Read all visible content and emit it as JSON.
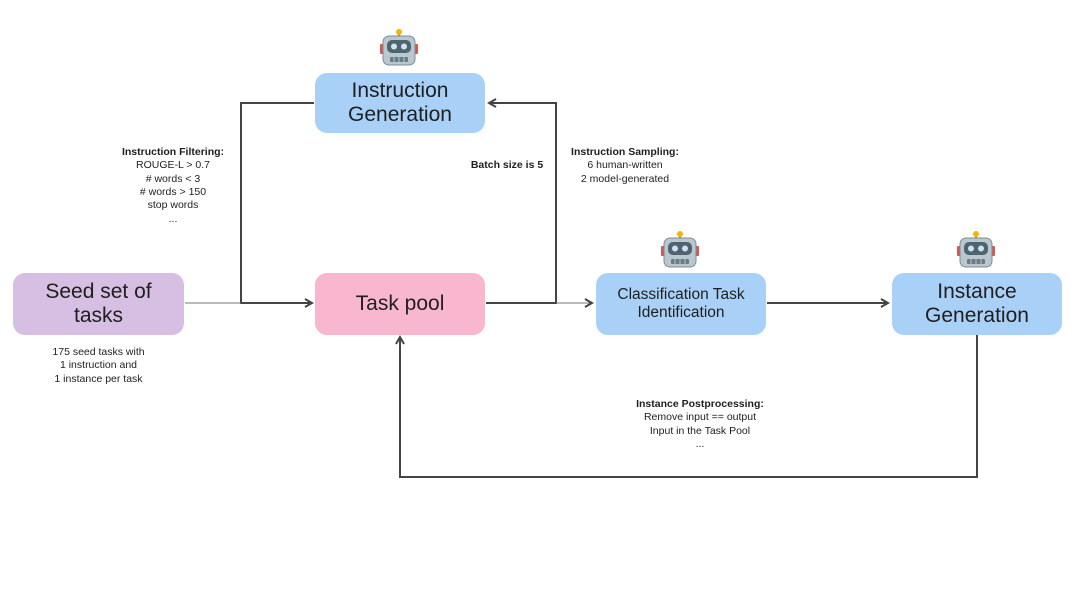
{
  "nodes": {
    "instruction_generation": "Instruction Generation",
    "task_pool": "Task pool",
    "seed_set": "Seed set of tasks",
    "classification": "Classification Task Identification",
    "instance_generation": "Instance Generation"
  },
  "notes": {
    "filtering": {
      "heading": "Instruction Filtering:",
      "lines": [
        "ROUGE-L > 0.7",
        "# words < 3",
        "# words > 150",
        "stop words",
        "..."
      ]
    },
    "batch": {
      "text": "Batch size is 5"
    },
    "sampling": {
      "heading": "Instruction Sampling:",
      "lines": [
        "6 human-written",
        "2 model-generated"
      ]
    },
    "seed": {
      "lines": [
        "175 seed tasks with",
        "1 instruction and",
        "1 instance per task"
      ]
    },
    "postprocessing": {
      "heading": "Instance Postprocessing:",
      "lines": [
        "Remove input == output",
        "Input in the Task Pool",
        "..."
      ]
    }
  },
  "colors": {
    "blue_box": "#a9d1f8",
    "pink_box": "#f9b7cf",
    "purple_box": "#d6bfe3",
    "line": "#444444"
  },
  "icons": [
    "robot-icon",
    "robot-icon",
    "robot-icon"
  ]
}
